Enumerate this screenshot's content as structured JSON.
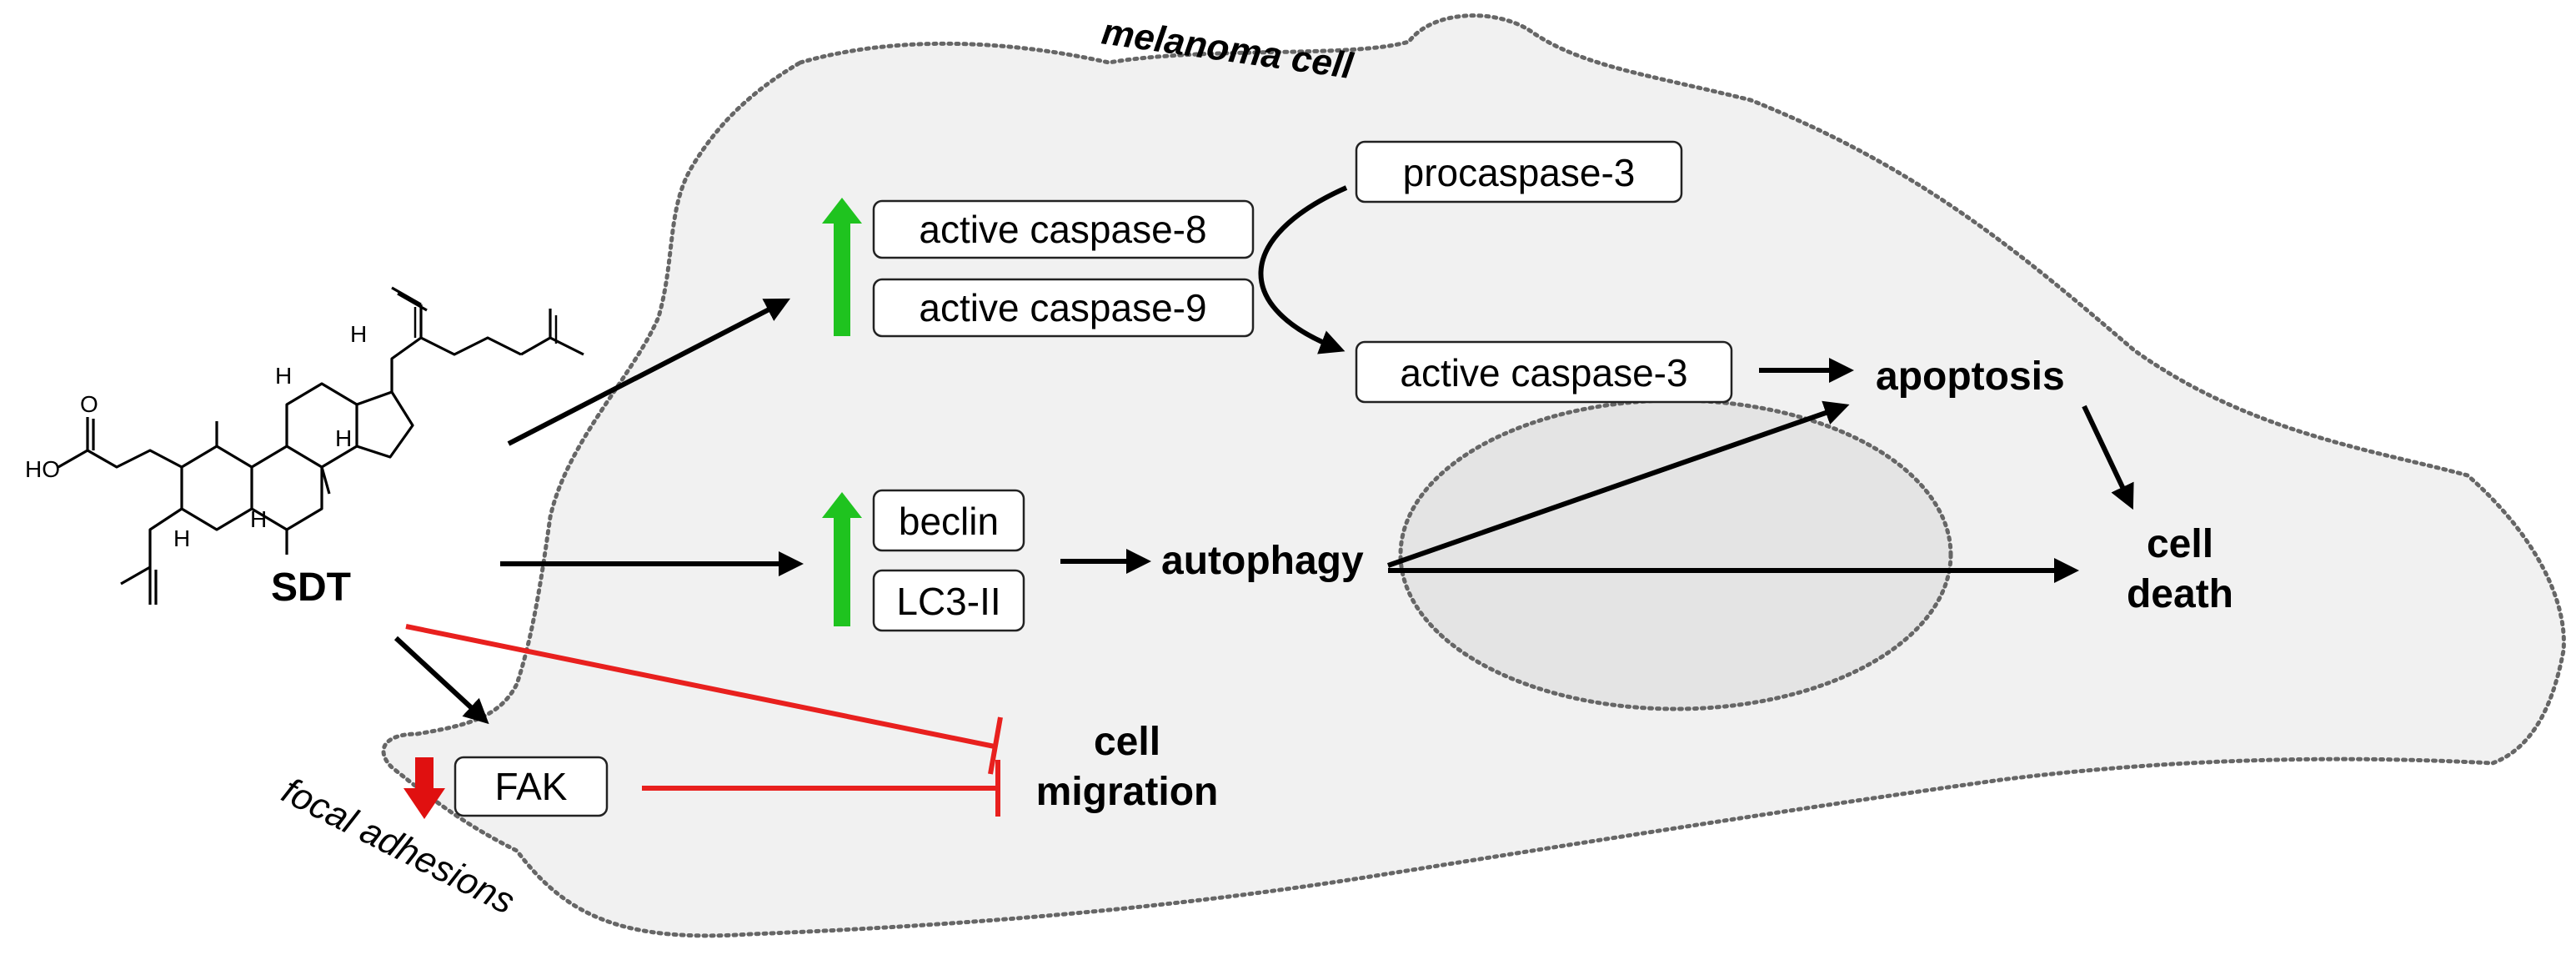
{
  "labels": {
    "cell": "melanoma cell",
    "focal": "focal adhesions",
    "compound": "SDT",
    "apoptosis": "apoptosis",
    "autophagy": "autophagy",
    "cell_death_1": "cell",
    "cell_death_2": "death",
    "migration_1": "cell",
    "migration_2": "migration"
  },
  "boxes": {
    "casp8": "active caspase-8",
    "casp9": "active caspase-9",
    "procasp3": "procaspase-3",
    "casp3": "active caspase-3",
    "beclin": "beclin",
    "lc3": "LC3-II",
    "fak": "FAK"
  },
  "chem": {
    "acid_o": "O",
    "acid_ho": "HO",
    "h1": "H",
    "h2": "H",
    "h3": "H",
    "h4": "H",
    "h5": "H"
  },
  "colors": {
    "up": "#1fc31f",
    "down": "#e01010",
    "inhibit": "#e8201e",
    "cell_fill": "#f1f1f1",
    "nucleus_fill": "#e4e4e4"
  }
}
